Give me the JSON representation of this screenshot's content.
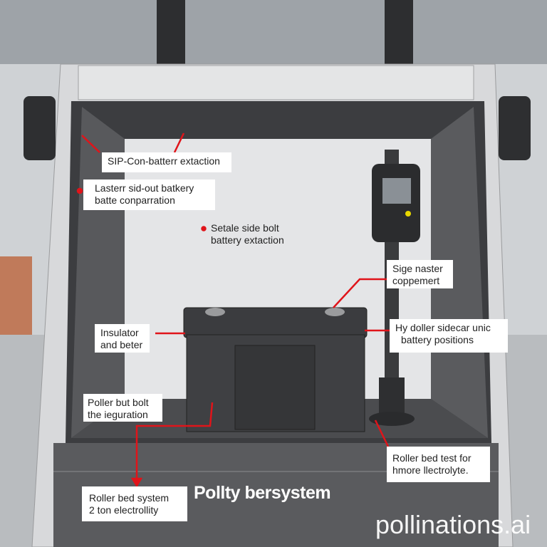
{
  "diagram": {
    "title": "Pollty bersystem",
    "watermark": "pollinations.ai",
    "labels": [
      {
        "line1": "SIP-Con-batterr extaction"
      },
      {
        "line1": "Lasterr sid-out batkery",
        "line2": "batte conparration"
      },
      {
        "line1": "Setale side bolt",
        "line2": "battery extaction"
      },
      {
        "line1": "Sige naster",
        "line2": "coppemert"
      },
      {
        "line1": "Insulator",
        "line2": "and beter"
      },
      {
        "line1": "Hy doller sidecar unic",
        "line2": "battery positions"
      },
      {
        "line1": "Poller but bolt",
        "line2": "the ieguration"
      },
      {
        "line1": "Roller bed test for",
        "line2": "hmore llectrolyte."
      },
      {
        "line1": "Roller bed system",
        "line2": "2 ton electrollity"
      }
    ],
    "colors": {
      "arrow": "#e0141a",
      "frame": "#d8d9db",
      "cavity": "#3c3d40",
      "floor": "#5a5b5e"
    }
  }
}
